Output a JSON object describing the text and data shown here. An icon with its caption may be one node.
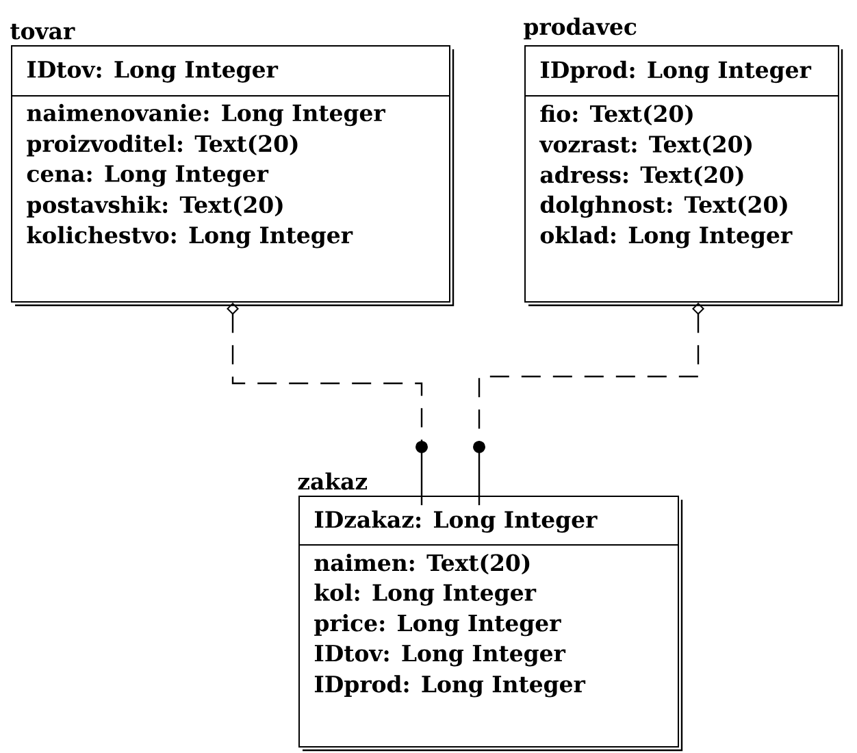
{
  "diagram": {
    "nodes": [
      {
        "text": [
          "tovar",
          "IDtov: Long Integer",
          "naimenovanie: Long Integer",
          "proizvoditel: Text(20)",
          "cena: Long Integer",
          "postavshik: Text(20)",
          "kolichestvo: Long Integer"
        ]
      },
      {
        "text": [
          "prodavec",
          "IDprod: Long Integer",
          "fio: Text(20)",
          "vozrast: Text(20)",
          "adress: Text(20)",
          "dolghnost: Text(20)",
          "oklad: Long Integer"
        ]
      },
      {
        "text": [
          "zakaz",
          "IDzakaz: Long Integer",
          "naimen: Text(20)",
          "kol: Long Integer",
          "price: Long Integer",
          "IDtov: Long Integer",
          "IDprod: Long Integer"
        ]
      }
    ],
    "edges": [
      {
        "from": 0,
        "to": 2,
        "arrow": "other",
        "style": "dashed"
      },
      {
        "from": 1,
        "to": 2,
        "arrow": "other",
        "style": "dashed"
      }
    ]
  }
}
